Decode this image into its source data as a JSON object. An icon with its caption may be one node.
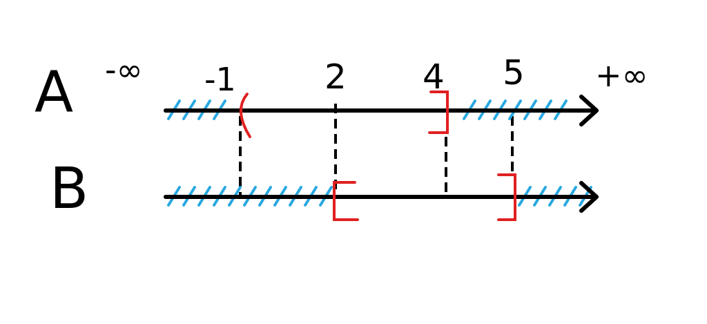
{
  "diagram": {
    "labels": [
      "A",
      "-∞",
      "-1",
      "2",
      "4",
      "5",
      "+∞",
      "B"
    ]
  }
}
